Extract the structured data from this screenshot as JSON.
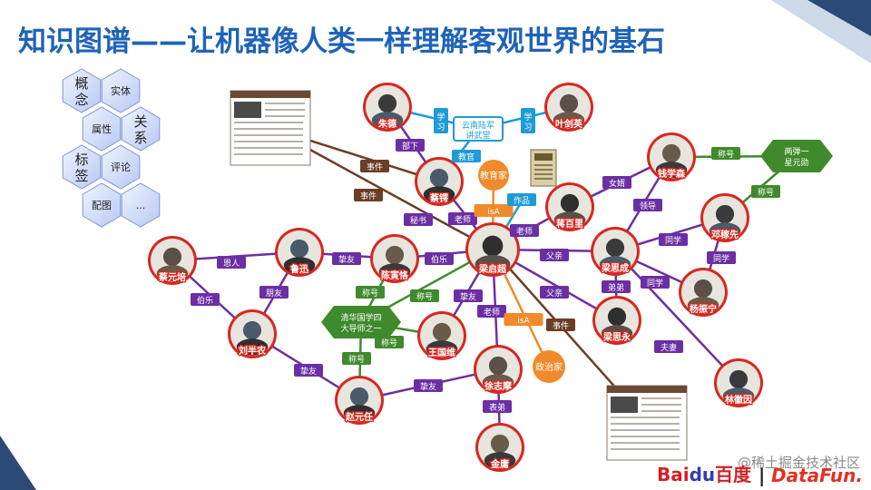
{
  "title": "知识图谱——让机器像人类一样理解客观世界的基石",
  "legend": [
    {
      "key": "concept",
      "text": "概\n念"
    },
    {
      "key": "entity",
      "text": "实体"
    },
    {
      "key": "attribute",
      "text": "属性"
    },
    {
      "key": "relation",
      "text": "关\n系"
    },
    {
      "key": "tag",
      "text": "标\n签"
    },
    {
      "key": "comment",
      "text": "评论"
    },
    {
      "key": "image",
      "text": "配图"
    },
    {
      "key": "more",
      "text": "..."
    }
  ],
  "people": [
    {
      "id": "zhude",
      "name": "朱德"
    },
    {
      "id": "yejianying",
      "name": "叶剑英"
    },
    {
      "id": "caie",
      "name": "蔡锷"
    },
    {
      "id": "qianxuesen",
      "name": "钱学森"
    },
    {
      "id": "jiangbaili",
      "name": "蒋百里"
    },
    {
      "id": "dengjiaxian",
      "name": "邓稼先"
    },
    {
      "id": "caiyuanpei",
      "name": "蔡元培"
    },
    {
      "id": "luxun",
      "name": "鲁迅"
    },
    {
      "id": "chenyinke",
      "name": "陈寅恪"
    },
    {
      "id": "liangqichao",
      "name": "梁启超"
    },
    {
      "id": "liangsicheng",
      "name": "梁思成"
    },
    {
      "id": "yangzhenning",
      "name": "杨振宁"
    },
    {
      "id": "liubannong",
      "name": "刘半农"
    },
    {
      "id": "wangguowei",
      "name": "王国维"
    },
    {
      "id": "liangsiyong",
      "name": "梁思永"
    },
    {
      "id": "linhuiyin",
      "name": "林徽因"
    },
    {
      "id": "xuzhimo",
      "name": "徐志摩"
    },
    {
      "id": "zhaoyuanren",
      "name": "赵元任"
    },
    {
      "id": "jinyong",
      "name": "金庸"
    }
  ],
  "concepts": [
    {
      "id": "yunnan",
      "text": "云南陆军讲武堂"
    },
    {
      "id": "educator",
      "text": "教育家"
    },
    {
      "id": "politician",
      "text": "政治家"
    },
    {
      "id": "work",
      "text": "作品"
    }
  ],
  "titles": [
    {
      "id": "qinghua",
      "text": "清华国学四大导师之一"
    },
    {
      "id": "liangdan",
      "text": "两弹一星元勋"
    }
  ],
  "relations": {
    "study": "学习",
    "teach": "教官",
    "subordinate": "部下",
    "event": "事件",
    "secretary": "秘书",
    "teacher": "老师",
    "friend": "挚友",
    "patron": "伯乐",
    "benefactor": "恩人",
    "pal": "朋友",
    "father": "父亲",
    "son_in_law": "女婿",
    "leader": "领导",
    "classmate": "同学",
    "brother": "弟弟",
    "husband": "夫妻",
    "cousin": "表弟",
    "title": "称号",
    "isa": "isA",
    "work": "作品"
  },
  "watermark": "@稀土掘金技术社区",
  "brand": {
    "baidu_a": "Bai",
    "baidu_b": "du",
    "baidu_c": "百度",
    "datafun": "DataFun."
  },
  "colors": {
    "title": "#1f63b8",
    "relation_purple": "#6b2fa3",
    "relation_blue": "#1e9bd7",
    "relation_green": "#3f8a2c",
    "relation_brown": "#6b3e26",
    "isa_orange": "#f08a2a",
    "node_red": "#d6281f"
  }
}
